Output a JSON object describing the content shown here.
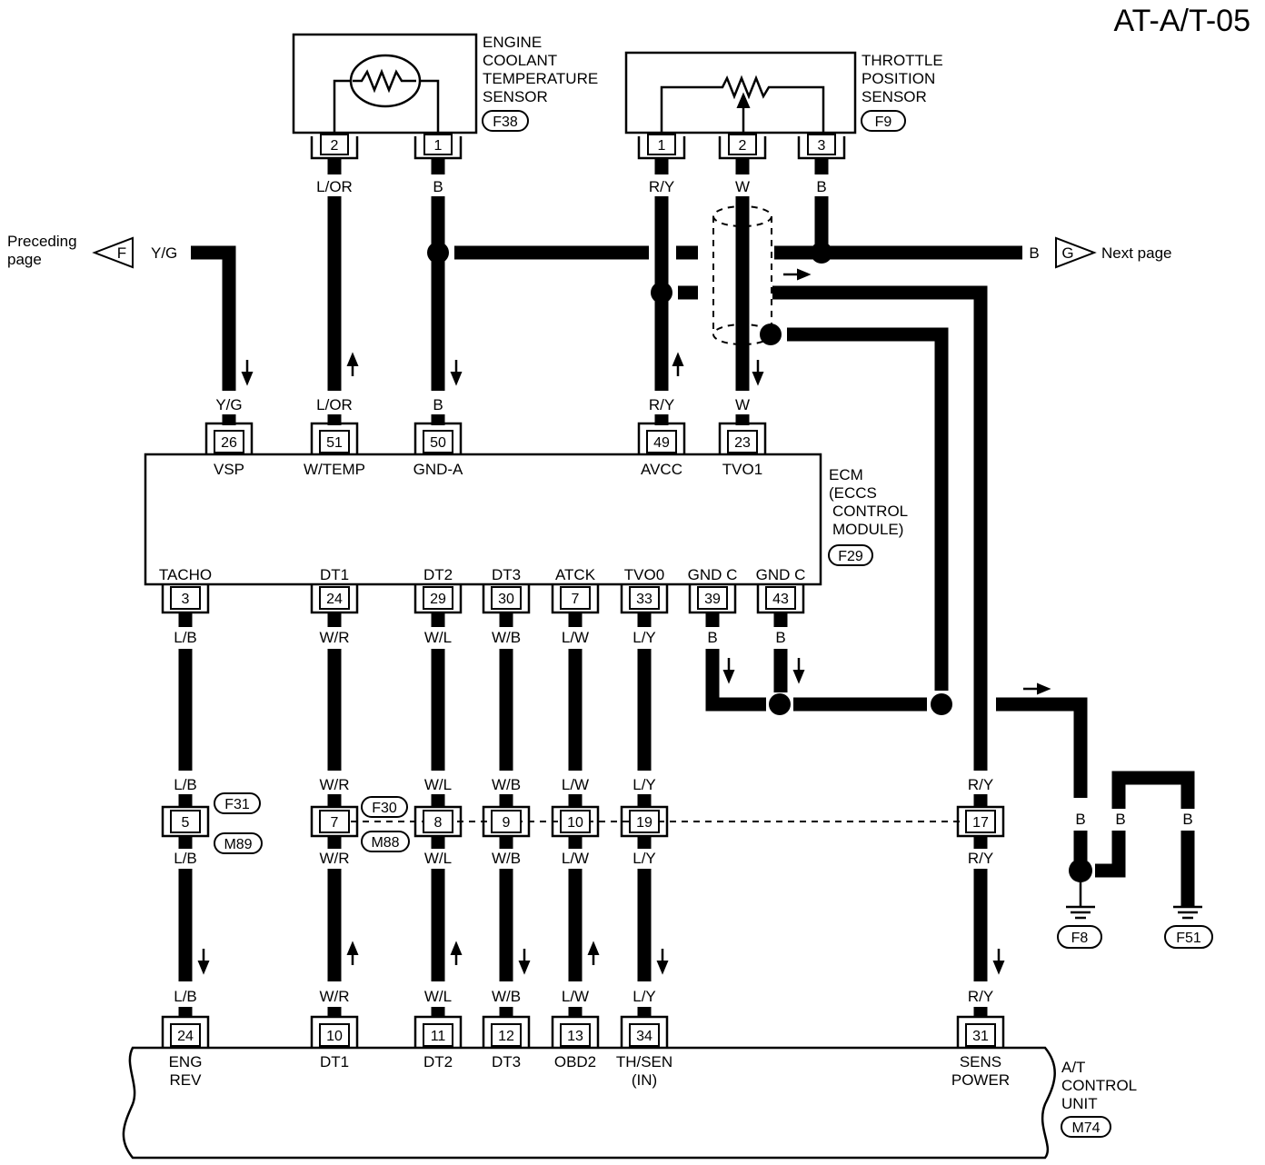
{
  "page_code": "AT-A/T-05",
  "components": {
    "ect_sensor": {
      "lines": [
        "ENGINE",
        "COOLANT",
        "TEMPERATURE",
        "SENSOR"
      ],
      "connector": "F38"
    },
    "tps": {
      "lines": [
        "THROTTLE",
        "POSITION",
        "SENSOR"
      ],
      "connector": "F9"
    },
    "ecm": {
      "lines": [
        "ECM",
        "(ECCS",
        "CONTROL",
        "MODULE)"
      ],
      "connector": "F29"
    },
    "tcu": {
      "lines": [
        "A/T",
        "CONTROL",
        "UNIT"
      ],
      "connector": "M74"
    }
  },
  "offpage": {
    "preceding": {
      "letter": "F",
      "lines": [
        "Preceding",
        "page"
      ],
      "wire": "Y/G"
    },
    "next": {
      "letter": "G",
      "label": "Next page",
      "wire": "B"
    }
  },
  "sensor_pins": {
    "ect": [
      "2",
      "1"
    ],
    "tps": [
      "1",
      "2",
      "3"
    ]
  },
  "ecm_top": [
    {
      "pin": "26",
      "name": "VSP",
      "color": "Y/G"
    },
    {
      "pin": "51",
      "name": "W/TEMP",
      "color": "L/OR"
    },
    {
      "pin": "50",
      "name": "GND-A",
      "color": "B"
    },
    {
      "pin": "49",
      "name": "AVCC",
      "color": "R/Y"
    },
    {
      "pin": "23",
      "name": "TVO1",
      "color": "W"
    }
  ],
  "sensor_wire_colors": [
    "L/OR",
    "B",
    "R/Y",
    "W",
    "B"
  ],
  "ecm_bottom": [
    {
      "pin": "3",
      "name": "TACHO",
      "color": "L/B"
    },
    {
      "pin": "24",
      "name": "DT1",
      "color": "W/R"
    },
    {
      "pin": "29",
      "name": "DT2",
      "color": "W/L"
    },
    {
      "pin": "30",
      "name": "DT3",
      "color": "W/B"
    },
    {
      "pin": "7",
      "name": "ATCK",
      "color": "L/W"
    },
    {
      "pin": "33",
      "name": "TVO0",
      "color": "L/Y"
    },
    {
      "pin": "39",
      "name": "GND C",
      "color": "B"
    },
    {
      "pin": "43",
      "name": "GND C",
      "color": "B"
    }
  ],
  "joint": {
    "connectors": [
      "F31",
      "M89",
      "F30",
      "M88"
    ],
    "pins": [
      {
        "pin": "5",
        "color": "L/B"
      },
      {
        "pin": "7",
        "color": "W/R"
      },
      {
        "pin": "8",
        "color": "W/L"
      },
      {
        "pin": "9",
        "color": "W/B"
      },
      {
        "pin": "10",
        "color": "L/W"
      },
      {
        "pin": "19",
        "color": "L/Y"
      },
      {
        "pin": "17",
        "color": "R/Y"
      }
    ]
  },
  "tcu_pins": [
    {
      "pin": "24",
      "lines": [
        "ENG",
        "REV"
      ],
      "color": "L/B"
    },
    {
      "pin": "10",
      "lines": [
        "DT1",
        ""
      ],
      "color": "W/R"
    },
    {
      "pin": "11",
      "lines": [
        "DT2",
        ""
      ],
      "color": "W/L"
    },
    {
      "pin": "12",
      "lines": [
        "DT3",
        ""
      ],
      "color": "W/B"
    },
    {
      "pin": "13",
      "lines": [
        "OBD2",
        ""
      ],
      "color": "L/W"
    },
    {
      "pin": "34",
      "lines": [
        "TH/SEN",
        "(IN)"
      ],
      "color": "L/Y"
    },
    {
      "pin": "31",
      "lines": [
        "SENS",
        "POWER"
      ],
      "color": "R/Y"
    }
  ],
  "ground": {
    "colors": [
      "B",
      "B",
      "B"
    ],
    "points": [
      "F8",
      "F51"
    ]
  }
}
